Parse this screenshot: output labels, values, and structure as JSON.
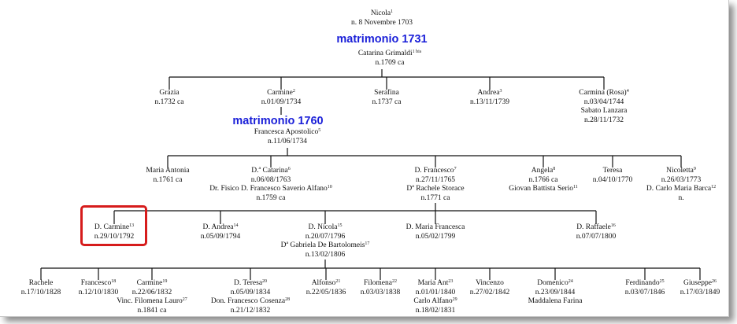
{
  "marriages": [
    {
      "label": "matrimonio  1731",
      "color": "#1a1fd8"
    },
    {
      "label": "matrimonio  1760",
      "color": "#1a1fd8"
    }
  ],
  "line_color": "#111111",
  "highlight_color": "#d61c1c",
  "gen1": {
    "nicola": {
      "name": "Nicola",
      "ref": "1",
      "birth": "n. 8 Novembre  1703"
    },
    "catarina": {
      "name": "Catarina Grimaldi",
      "ref": "1 bis",
      "birth": "n.1709 ca"
    }
  },
  "gen2": [
    {
      "name": "Grazia",
      "ref": "",
      "birth": "n.1732 ca"
    },
    {
      "name": "Carmine",
      "ref": "2",
      "birth": "n.01/09/1734"
    },
    {
      "name": "Serafina",
      "ref": "",
      "birth": "n.1737 ca"
    },
    {
      "name": "Andrea",
      "ref": "3",
      "birth": "n.13/11/1739"
    },
    {
      "name": "Carmina (Rosa)",
      "ref": "4",
      "birth": "n.03/04/1744",
      "spouse": "Sabato Lanzara",
      "spouse_birth": "n.28/11/1732"
    }
  ],
  "francesca": {
    "name": "Francesca Apostolico",
    "ref": "5",
    "birth": "n.11/06/1734"
  },
  "gen3": [
    {
      "name": "Maria Antonia",
      "ref": "",
      "birth": "n.1761 ca"
    },
    {
      "name": "D.ª Catarina",
      "ref": "6",
      "birth": "n.06/08/1763",
      "spouse": "Dr. Fisico D. Francesco Saverio Alfano",
      "spouse_ref": "10",
      "spouse_birth": "n.1759 ca"
    },
    {
      "name": "D. Francesco",
      "ref": "7",
      "birth": "n.27/11/1765",
      "spouse": "Dª Rachele Storace",
      "spouse_birth": "n.1771 ca"
    },
    {
      "name": "Angela",
      "ref": "8",
      "birth": "n.1766 ca",
      "spouse": "Giovan Battista Serio",
      "spouse_ref": "11"
    },
    {
      "name": "Teresa",
      "ref": "",
      "birth": "n.04/10/1770"
    },
    {
      "name": "Nicoletta",
      "ref": "9",
      "birth": "n.26/03/1773",
      "spouse": "D. Carlo Maria Barca",
      "spouse_ref": "12",
      "spouse_birth": "n."
    }
  ],
  "gen4": [
    {
      "name": "D. Carmine",
      "ref": "13",
      "birth": "n.29/10/1792"
    },
    {
      "name": "D. Andrea",
      "ref": "14",
      "birth": "n.05/09/1794"
    },
    {
      "name": "D. Nicola",
      "ref": "15",
      "birth": "n.20/07/1796",
      "spouse": "Dª Gabriela De Bartolomeis",
      "spouse_ref": "17",
      "spouse_birth": "n.13/02/1806"
    },
    {
      "name": "D. Maria Francesca",
      "ref": "",
      "birth": "n.05/02/1799"
    },
    {
      "name": "D. Raffaele",
      "ref": "16",
      "birth": "n.07/07/1800"
    }
  ],
  "gen5": [
    {
      "name": "Rachele",
      "ref": "",
      "birth": "n.17/10/1828"
    },
    {
      "name": "Francesco",
      "ref": "18",
      "birth": "n.12/10/1830"
    },
    {
      "name": "Carmine",
      "ref": "19",
      "birth": "n.22/06/1832",
      "spouse": "Vinc. Filomena Lauro",
      "spouse_ref": "27",
      "spouse_birth": "n.1841 ca"
    },
    {
      "name": "D. Teresa",
      "ref": "20",
      "birth": "n.05/09/1834",
      "spouse": "Don. Francesco Cosenza",
      "spouse_ref": "28",
      "spouse_birth": "n.21/12/1832"
    },
    {
      "name": "Alfonso",
      "ref": "21",
      "birth": "n.22/05/1836"
    },
    {
      "name": "Filomena",
      "ref": "22",
      "birth": "n.03/03/1838"
    },
    {
      "name": "Maria Ant",
      "ref": "23",
      "birth": "n.01/01/1840",
      "spouse": "Carlo Alfano",
      "spouse_ref": "29",
      "spouse_birth": "n.18/02/1831"
    },
    {
      "name": "Vincenzo",
      "ref": "",
      "birth": "n.27/02/1842"
    },
    {
      "name": "Domenico",
      "ref": "24",
      "birth": "n.23/09/1844",
      "spouse": "Maddalena Farina"
    },
    {
      "name": "Ferdinando",
      "ref": "25",
      "birth": "n.03/07/1846"
    },
    {
      "name": "Giuseppe",
      "ref": "26",
      "birth": "n.17/03/1849"
    }
  ]
}
